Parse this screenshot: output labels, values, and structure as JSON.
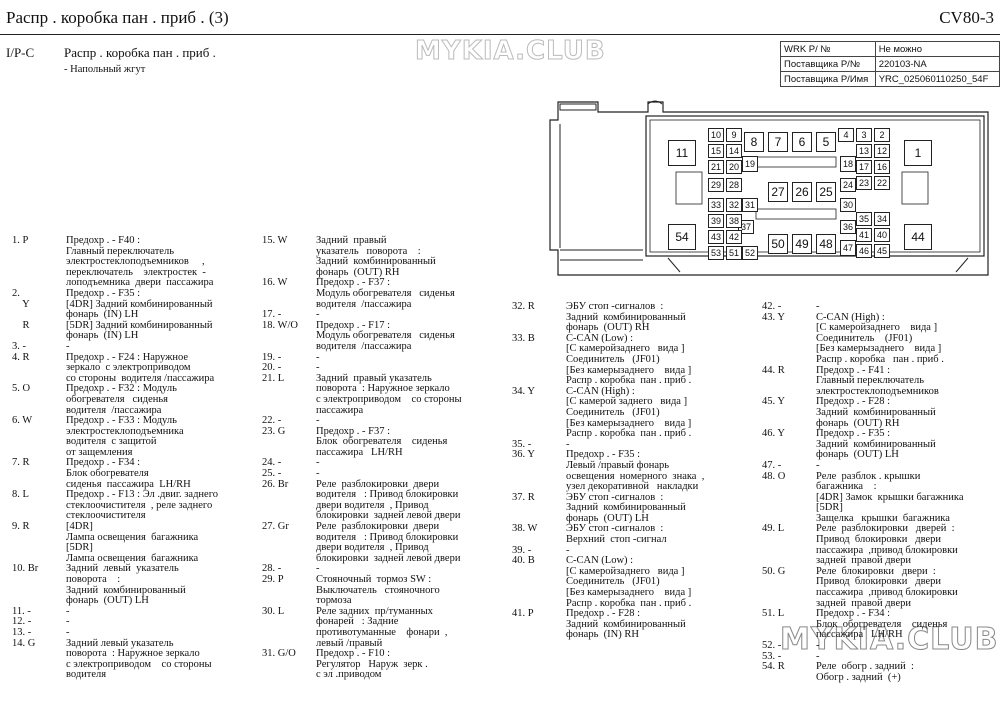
{
  "header": {
    "title": "Распр . коробка    пан . приб . (3)",
    "code": "CV80-3"
  },
  "section": {
    "id": "I/P-C",
    "title": "Распр . коробка    пан . приб .",
    "subtitle": "- Напольный  жгут"
  },
  "watermark": "MYKIA.CLUB",
  "info_table": [
    {
      "k": "WRK Р/ №",
      "v": "Не можно"
    },
    {
      "k": "Поставщика  Р/№",
      "v": "220103-NA"
    },
    {
      "k": "Поставщика  Р/Имя",
      "v": "YRC_025060110250_54F"
    }
  ],
  "connector_pins": [
    "1",
    "2",
    "3",
    "4",
    "5",
    "6",
    "7",
    "8",
    "9",
    "10",
    "11",
    "12",
    "13",
    "14",
    "15",
    "16",
    "17",
    "18",
    "19",
    "20",
    "21",
    "22",
    "23",
    "24",
    "25",
    "26",
    "27",
    "28",
    "29",
    "30",
    "31",
    "32",
    "33",
    "34",
    "35",
    "36",
    "37",
    "38",
    "39",
    "40",
    "41",
    "42",
    "43",
    "44",
    "45",
    "46",
    "47",
    "48",
    "49",
    "50",
    "51",
    "52",
    "53",
    "54"
  ],
  "columns": [
    [
      {
        "n": "1. P",
        "t": "Предохр . - F40 :\nГлавный переключатель\nэлектростеклоподъемников     ,\nпереключатель    электростек  -\nлоподъемника  двери  пассажира"
      },
      {
        "n": "2.\n    Y\n\n    R",
        "t": "Предохр . - F35 :\n[4DR] Задний комбинированный\nфонарь  (IN) LH\n[5DR] Задний комбинированный\nфонарь  (IN) LH"
      },
      {
        "n": "3. -",
        "t": "-"
      },
      {
        "n": "4. R",
        "t": "Предохр . - F24 : Наружное\nзеркало  с электроприводом\nсо стороны  водителя /пассажира"
      },
      {
        "n": "5. O",
        "t": "Предохр . - F32 : Модуль\nобогревателя   сиденья\nводителя  /пассажира"
      },
      {
        "n": "6. W",
        "t": "Предохр . - F33 : Модуль\nэлектростеклоподъемника\nводителя  с защитой\nот защемления"
      },
      {
        "n": "7. R",
        "t": "Предохр . - F34 :\nБлок обогревателя\nсиденья  пассажира  LH/RH"
      },
      {
        "n": "8. L",
        "t": "Предохр . - F13 : Эл .двиг. заднего\nстеклоочистителя  , реле заднего\nстеклоочистителя"
      },
      {
        "n": "9. R",
        "t": "[4DR]\nЛампа освещения  багажника\n[5DR]\nЛампа освещения  багажника"
      },
      {
        "n": "10. Br",
        "t": "Задний  левый  указатель\nповорота    :\nЗадний  комбинированный\nфонарь  (OUT) LH"
      },
      {
        "n": "11. -",
        "t": "-"
      },
      {
        "n": "12. -",
        "t": "-"
      },
      {
        "n": "13. -",
        "t": "-"
      },
      {
        "n": "14. G",
        "t": "Задний левый указатель\nповорота  : Наружное зеркало\nс электроприводом    со стороны\nводителя"
      }
    ],
    [
      {
        "n": "15. W",
        "t": "Задний  правый\nуказатель   поворота    :\nЗадний  комбинированный\nфонарь  (OUT) RH"
      },
      {
        "n": "16. W",
        "t": "Предохр . - F37 :\nМодуль обогревателя   сиденья\nводителя  /пассажира"
      },
      {
        "n": "17. -",
        "t": "-"
      },
      {
        "n": "18. W/O",
        "t": "Предохр . - F17 :\nМодуль обогревателя   сиденья\nводителя  /пассажира"
      },
      {
        "n": "19. -",
        "t": "-"
      },
      {
        "n": "20. -",
        "t": "-"
      },
      {
        "n": "21. L",
        "t": "Задний  правый указатель\nповорота  : Наружное зеркало\nс электроприводом    со стороны\nпассажира"
      },
      {
        "n": "22. -",
        "t": "-"
      },
      {
        "n": "23. G",
        "t": "Предохр . - F37 :\nБлок  обогревателя    сиденья\nпассажира   LH/RH"
      },
      {
        "n": "24. -",
        "t": "-"
      },
      {
        "n": "25. -",
        "t": "-"
      },
      {
        "n": "26. Br",
        "t": "Реле  разблокировки  двери\nводителя   : Привод блокировки\nдвери водителя  , Привод\nблокировки  задней левой двери"
      },
      {
        "n": "27. Gr",
        "t": "Реле  разблокировки  двери\nводителя   : Привод блокировки\nдвери водителя  , Привод\nблокировки  задней левой двери"
      },
      {
        "n": "28. -",
        "t": "-"
      },
      {
        "n": "29. P",
        "t": "Стояночный  тормоз SW :\nВыключатель   стояночного\nтормоза"
      },
      {
        "n": "30. L",
        "t": "Реле задних  пр/туманных\nфонарей   : Задние\nпротивотуманные    фонари  ,\nлевый /правый"
      },
      {
        "n": "31. G/O",
        "t": "Предохр . - F10 :\nРегулятор   Наруж  зерк .\nс эл .приводом"
      }
    ],
    [
      {
        "n": "32. R",
        "t": "ЭБУ стоп -сигналов  :\nЗадний  комбинированный\nфонарь  (OUT) RH"
      },
      {
        "n": "33. B",
        "t": "C-CAN (Low) :\n[С камеройзаднего   вида ]\nСоединитель   (JF01)\n[Без камерызаднего    вида ]\nРаспр . коробка  пан . приб ."
      },
      {
        "n": "34. Y",
        "t": "C-CAN (High) :\n[С камерой заднего   вида ]\nСоединитель   (JF01)\n[Без камерызаднего    вида ]\nРаспр . коробка  пан . приб ."
      },
      {
        "n": "35. -",
        "t": "-"
      },
      {
        "n": "36. Y",
        "t": "Предохр . - F35 :\nЛевый /правый фонарь\nосвещения  номерного  знака  ,\nузел декоративной   накладки"
      },
      {
        "n": "37. R",
        "t": "ЭБУ стоп -сигналов  :\nЗадний  комбинированный\nфонарь  (OUT) LH"
      },
      {
        "n": "38. W",
        "t": "ЭБУ стоп -сигналов  :\nВерхний  стоп -сигнал"
      },
      {
        "n": "39. -",
        "t": "-"
      },
      {
        "n": "40. B",
        "t": "C-CAN (Low) :\n[С камеройзаднего   вида ]\nСоединитель   (JF01)\n[Без камерызаднего    вида ]\nРаспр . коробка  пан . приб ."
      },
      {
        "n": "41. P",
        "t": "Предохр . - F28 :\nЗадний  комбинированный\nфонарь  (IN) RH"
      }
    ],
    [
      {
        "n": "42. -",
        "t": "-"
      },
      {
        "n": "43. Y",
        "t": "C-CAN (High) :\n[С камеройзаднего    вида ]\nСоединитель    (JF01)\n[Без камерызаднего    вида ]\nРаспр . коробка   пан . приб ."
      },
      {
        "n": "44. R",
        "t": "Предохр . - F41 :\nГлавный переключатель\nэлектростеклоподъемников"
      },
      {
        "n": "45. Y",
        "t": "Предохр . - F28 :\nЗадний  комбинированный\nфонарь  (OUT) RH"
      },
      {
        "n": "46. Y",
        "t": "Предохр . - F35 :\nЗадний  комбинированный\nфонарь  (OUT) LH"
      },
      {
        "n": "47. -",
        "t": "-"
      },
      {
        "n": "48. O",
        "t": "Реле  разблок . крышки\nбагажника    :\n[4DR] Замок  крышки багажника\n[5DR]\nЗащелка   крышки  багажника"
      },
      {
        "n": "49. L",
        "t": "Реле  разблокировки   дверей  :\nПривод  блокировки   двери\nпассажира  ,привод блокировки\nзадней  правой двери"
      },
      {
        "n": "50. G",
        "t": "Реле  блокировки   двери  :\nПривод  блокировки   двери\nпассажира  ,привод блокировки\nзадней  правой двери"
      },
      {
        "n": "51. L",
        "t": "Предохр . - F34 :\nБлок  обогревателя    сиденья\nпассажира   LH/RH"
      },
      {
        "n": "52. -",
        "t": "-"
      },
      {
        "n": "53. -",
        "t": "-"
      },
      {
        "n": "54. R",
        "t": "Реле  обогр . задний  :\nОбогр . задний  (+)"
      }
    ]
  ]
}
